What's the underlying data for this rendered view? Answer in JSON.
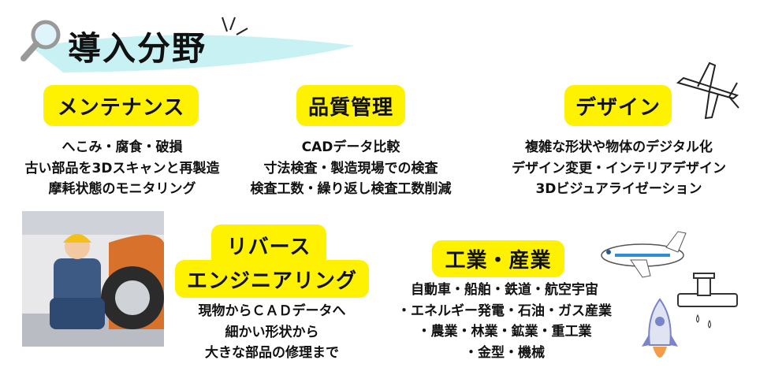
{
  "title": "導入分野",
  "sections": [
    {
      "heading": "メンテナンス",
      "lines": [
        "へこみ・腐食・破損",
        "古い部品を3Dスキャンと再製造",
        "摩耗状態のモニタリング"
      ]
    },
    {
      "heading": "品質管理",
      "lines": [
        "CADデータ比較",
        "寸法検査・製造現場での検査",
        "検査工数・繰り返し検査工数削減"
      ]
    },
    {
      "heading": "デザイン",
      "lines": [
        "複雑な形状や物体のデジタル化",
        "デザイン変更・インテリアデザイン",
        "3Dビジュアライゼーション"
      ]
    },
    {
      "heading_lines": [
        "リバース",
        "エンジニアリング"
      ],
      "lines": [
        "現物からＣＡＤデータへ",
        "細かい形状から",
        "大きな部品の修理まで"
      ]
    },
    {
      "heading": "工業・産業",
      "lines": [
        "自動車・船舶・鉄道・航空宇宙",
        "・エネルギー発電・石油・ガス産業",
        "・農業・林業・鉱業・重工業",
        "・金型・機械"
      ]
    }
  ],
  "colors": {
    "badge": "#fff200",
    "banner": "#c8f1f4"
  }
}
